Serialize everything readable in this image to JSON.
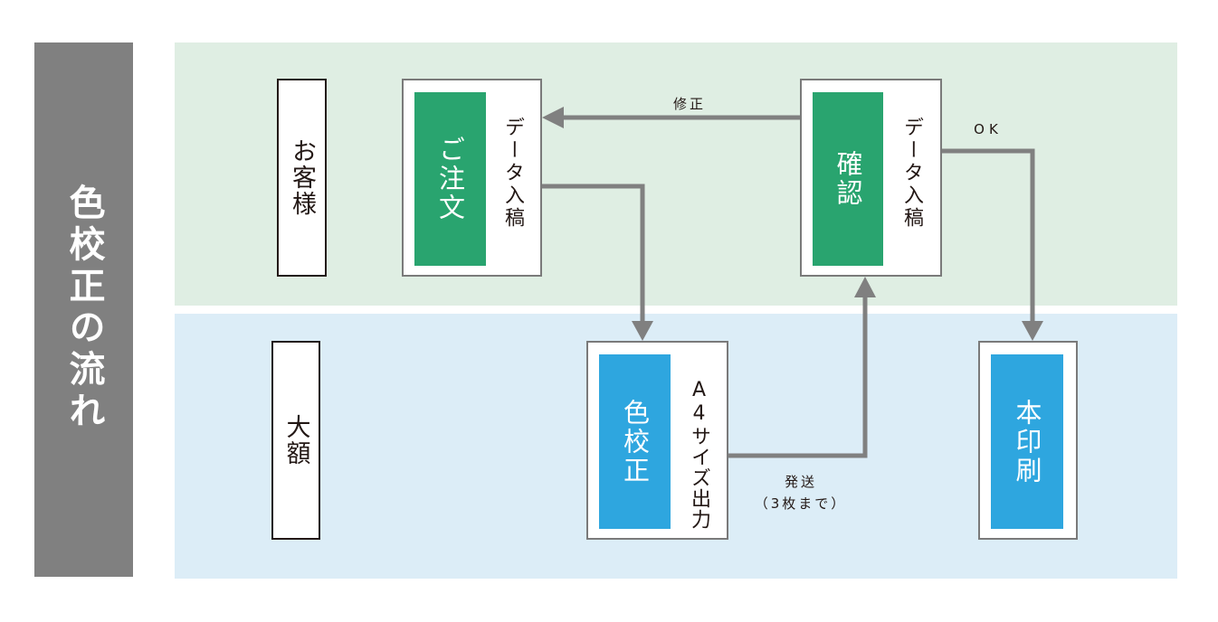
{
  "sidebar": {
    "title": "色校正の流れ"
  },
  "lanes": {
    "customer": {
      "label": "お客様",
      "color": "#dfeee3"
    },
    "company": {
      "label": "大額",
      "color": "#dcedf7"
    }
  },
  "nodes": {
    "order": {
      "title": "ご注文",
      "note": "データ入稿",
      "color": "#29a46f"
    },
    "confirm": {
      "title": "確認",
      "note": "データ入稿",
      "color": "#29a46f"
    },
    "proof": {
      "title": "色校正",
      "note": "A4サイズ出力",
      "color": "#2ea6df"
    },
    "print": {
      "title": "本印刷",
      "color": "#2ea6df"
    }
  },
  "edges": {
    "revise": {
      "label": "修正"
    },
    "ok": {
      "label": "OK"
    },
    "ship": {
      "label_line1": "発送",
      "label_line2": "（3枚まで）"
    }
  },
  "colors": {
    "arrow": "#808080",
    "sidebar": "#808080"
  }
}
